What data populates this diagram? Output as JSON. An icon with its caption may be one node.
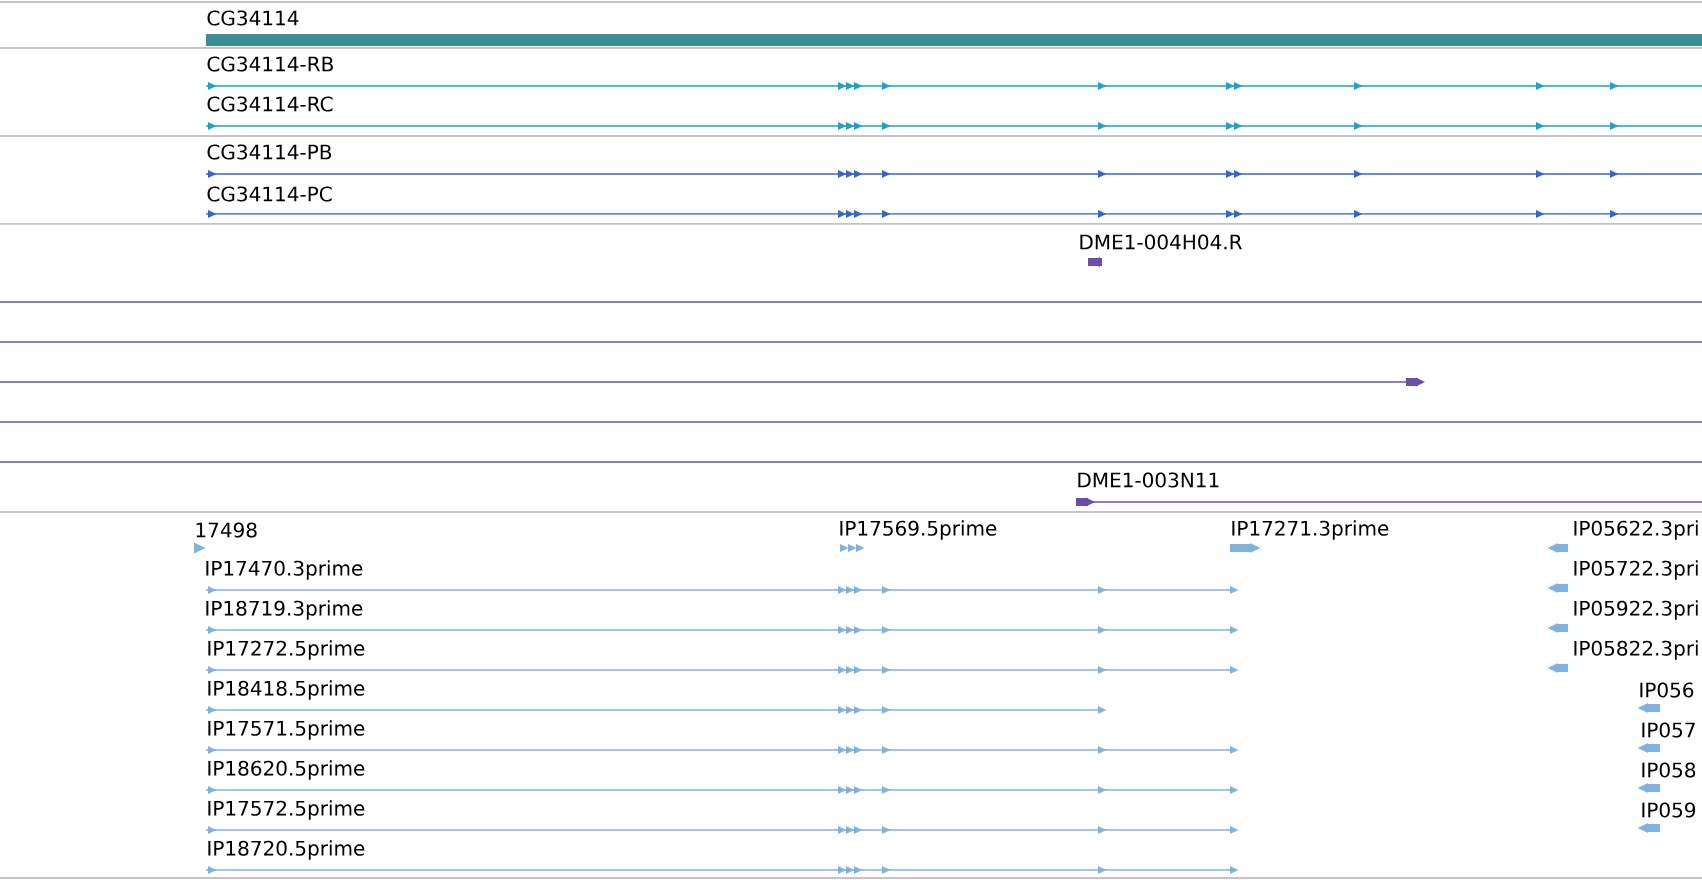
{
  "diagram": {
    "labels": [
      "CG34114",
      "CG34114-RB",
      "CG34114-RC",
      "CG34114-PB",
      "CG34114-PC",
      "DME1-004H04.R",
      "DME1-003N11",
      "17498",
      "IP17569.5prime",
      "IP17271.3prime",
      "IP05622.3pri",
      "IP17470.3prime",
      "IP05722.3pri",
      "IP18719.3prime",
      "IP05922.3pri",
      "IP17272.5prime",
      "IP05822.3pri",
      "IP18418.5prime",
      "IP056",
      "IP17571.5prime",
      "IP057",
      "IP18620.5prime",
      "IP058",
      "IP17572.5prime",
      "IP059",
      "IP18720.5prime"
    ]
  }
}
